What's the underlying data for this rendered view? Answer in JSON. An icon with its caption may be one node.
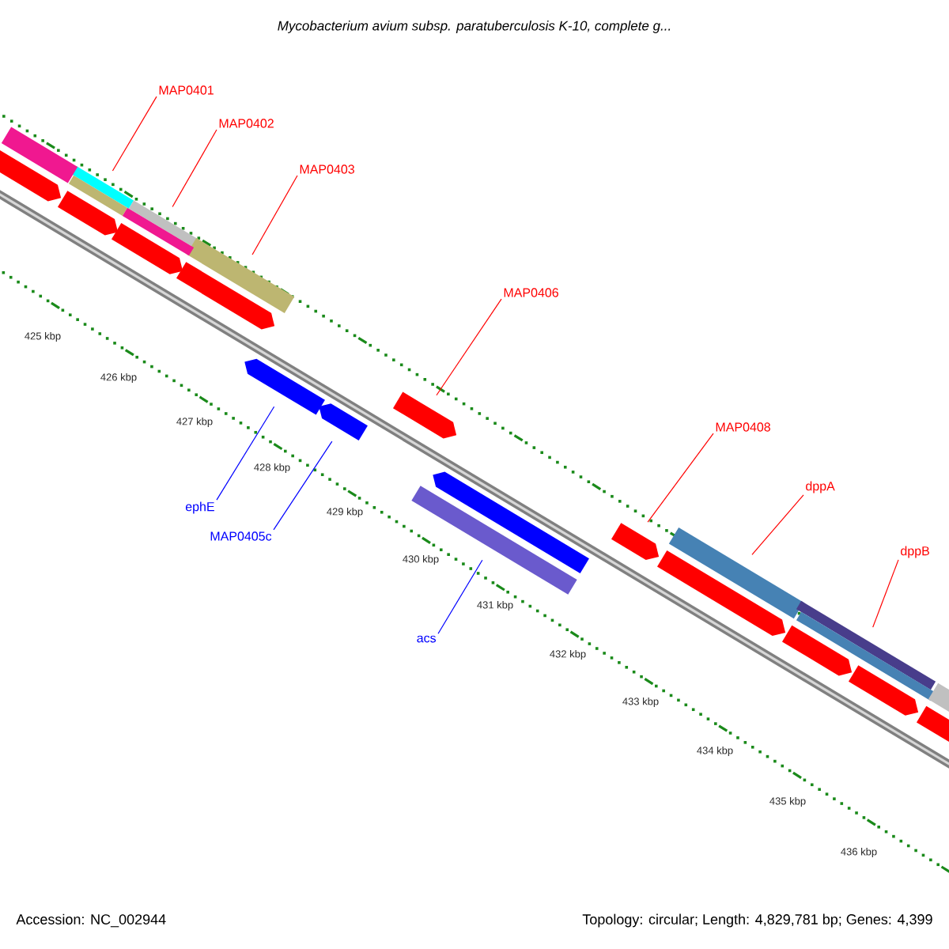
{
  "diagram": {
    "title": "Mycobacterium avium subsp. paratuberculosis K-10, complete g...",
    "nodes": [
      {
        "text": [
          "MAP0401"
        ]
      },
      {
        "text": [
          "MAP0402"
        ]
      },
      {
        "text": [
          "MAP0403"
        ]
      },
      {
        "text": [
          "MAP0406"
        ]
      },
      {
        "text": [
          "MAP0408"
        ]
      },
      {
        "text": [
          "dppA"
        ]
      },
      {
        "text": [
          "dppB"
        ]
      },
      {
        "text": [
          "ephE"
        ]
      },
      {
        "text": [
          "MAP0405c"
        ]
      },
      {
        "text": [
          "acs"
        ]
      },
      {
        "text": [],
        "shape": "bar"
      },
      {
        "text": [],
        "shape": "bar"
      },
      {
        "text": [],
        "shape": "bar"
      },
      {
        "text": [],
        "shape": "arrow"
      },
      {
        "text": [],
        "shape": "arrow"
      },
      {
        "text": [],
        "shape": "bar"
      },
      {
        "text": [],
        "shape": "bar"
      },
      {
        "text": [],
        "shape": "arrow"
      },
      {
        "text": [],
        "shape": "arrow"
      },
      {
        "text": [],
        "shape": "bar"
      },
      {
        "text": [],
        "shape": "arrow"
      },
      {
        "text": [],
        "shape": "bar"
      },
      {
        "text": [],
        "shape": "arrow"
      },
      {
        "text": [],
        "shape": "bar"
      },
      {
        "text": [],
        "shape": "arrow"
      },
      {
        "text": [],
        "shape": "bar"
      },
      {
        "text": [],
        "shape": "arrow"
      },
      {
        "text": [],
        "shape": "arrow"
      },
      {
        "text": [],
        "shape": "arrow"
      },
      {
        "text": [],
        "shape": "arrow"
      },
      {
        "text": [],
        "shape": "bar"
      },
      {
        "text": [],
        "shape": "arrow"
      },
      {
        "text": [],
        "shape": "arrow"
      },
      {
        "text": [],
        "shape": "bar"
      }
    ],
    "edges": [
      {
        "from": 0,
        "to": 10,
        "arrow": "none"
      },
      {
        "from": 1,
        "to": 11,
        "arrow": "none"
      },
      {
        "from": 2,
        "to": 12,
        "arrow": "none"
      },
      {
        "from": 3,
        "to": 13,
        "arrow": "none"
      },
      {
        "from": 4,
        "to": 14,
        "arrow": "none"
      },
      {
        "from": 5,
        "to": 15,
        "arrow": "none"
      },
      {
        "from": 6,
        "to": 16,
        "arrow": "none"
      },
      {
        "from": 7,
        "to": 17,
        "arrow": "none",
        "color": "#0000ff"
      },
      {
        "from": 8,
        "to": 18,
        "arrow": "none",
        "color": "#0000ff"
      },
      {
        "from": 9,
        "to": 19,
        "arrow": "none",
        "color": "#0000ff"
      }
    ],
    "labels": [
      "425 kbp",
      "426 kbp",
      "427 kbp",
      "428 kbp",
      "429 kbp",
      "430 kbp",
      "431 kbp",
      "432 kbp",
      "433 kbp",
      "434 kbp",
      "435 kbp",
      "436 kbp",
      "Accession: NC_002944",
      "Topology: circular; Length: 4,829,781 bp; Genes: 4,399"
    ]
  }
}
